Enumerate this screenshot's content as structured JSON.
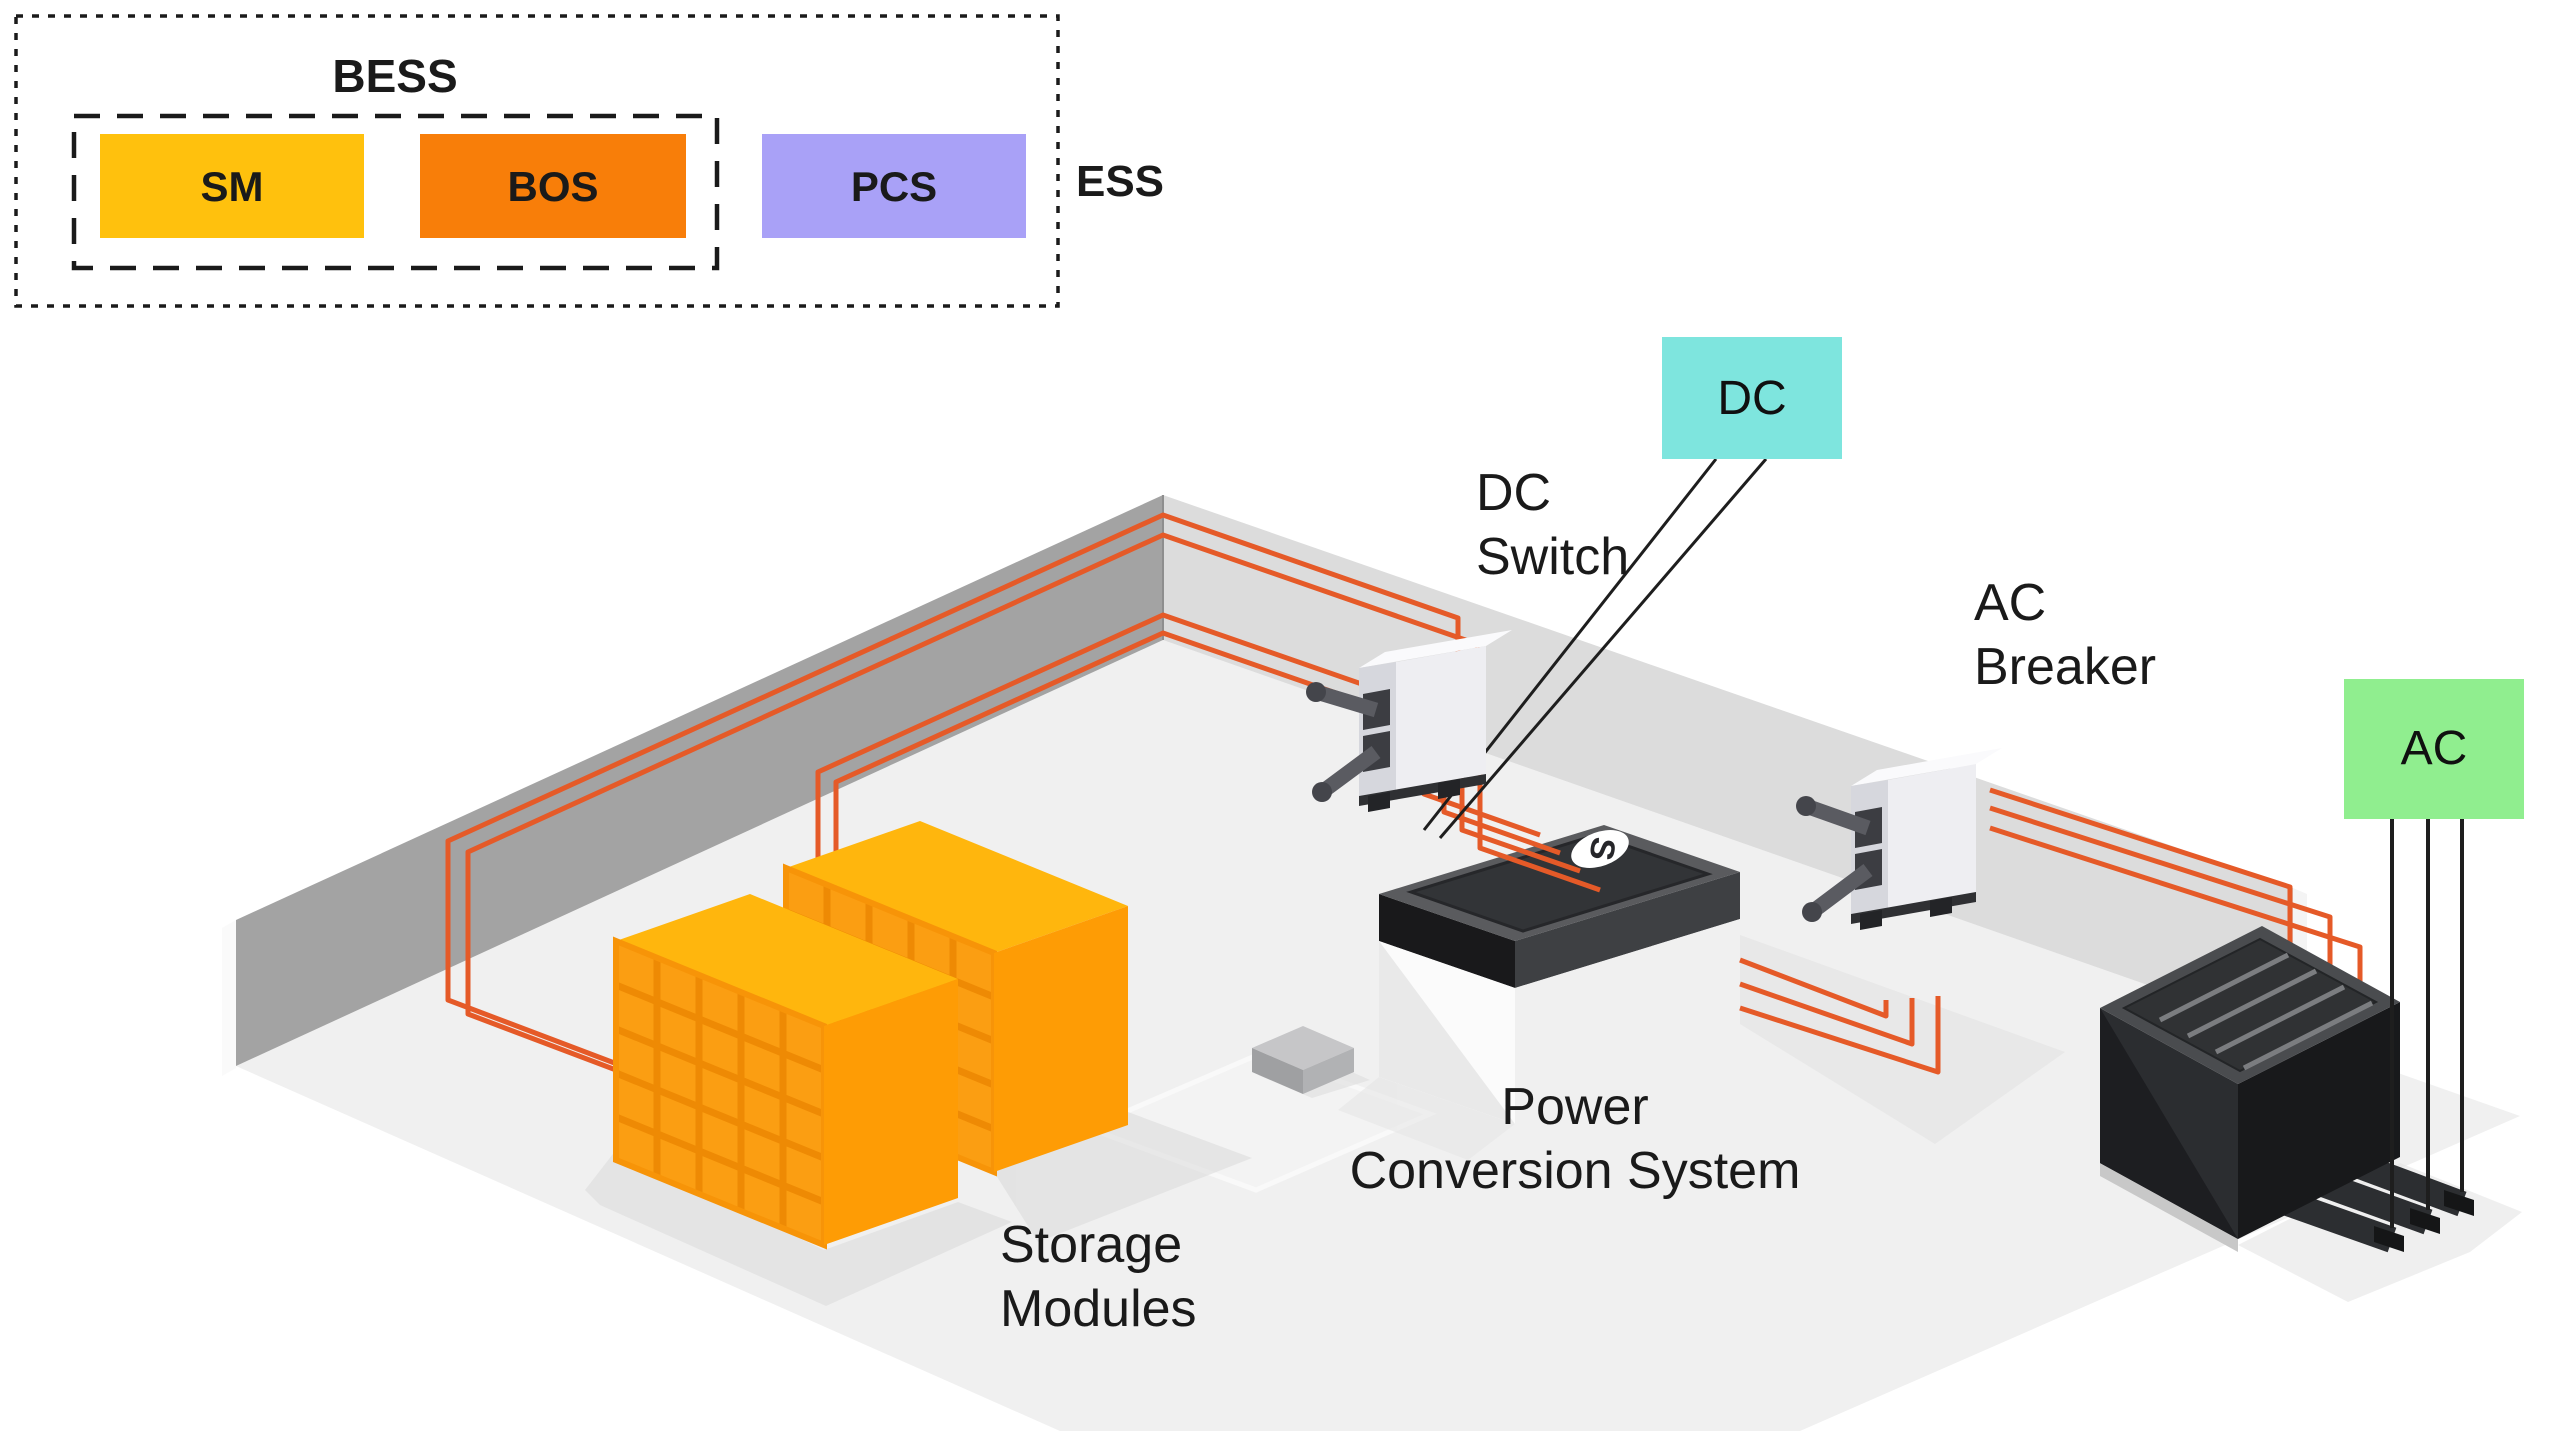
{
  "legend": {
    "bess_label": "BESS",
    "ess_label": "ESS",
    "sm": {
      "label": "SM",
      "color": "#FFC10D"
    },
    "bos": {
      "label": "BOS",
      "color": "#F87E09"
    },
    "pcs": {
      "label": "PCS",
      "color": "#A9A1F7"
    }
  },
  "scene": {
    "dc_node": {
      "label": "DC",
      "color": "#7EE5DE"
    },
    "ac_node": {
      "label": "AC",
      "color": "#90EE8F"
    },
    "dc_switch_label": {
      "line1": "DC",
      "line2": "Switch"
    },
    "ac_breaker_label": {
      "line1": "AC",
      "line2": "Breaker"
    },
    "storage_modules_label": {
      "line1": "Storage",
      "line2": "Modules"
    },
    "pcs_label": {
      "line1": "Power",
      "line2": "Conversion System"
    },
    "pcs_logo": "S",
    "wire_color": "#E55A28"
  }
}
